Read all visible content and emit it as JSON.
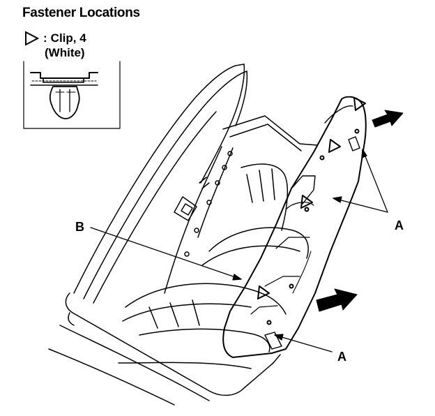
{
  "title": "Fastener Locations",
  "legend": {
    "symbol_icon": "open-triangle-icon",
    "separator": ":",
    "item": "Clip, 4",
    "color_note": "(White)"
  },
  "callouts": {
    "a": "A",
    "b": "B"
  },
  "colors": {
    "ink": "#000000",
    "paper": "#ffffff"
  }
}
